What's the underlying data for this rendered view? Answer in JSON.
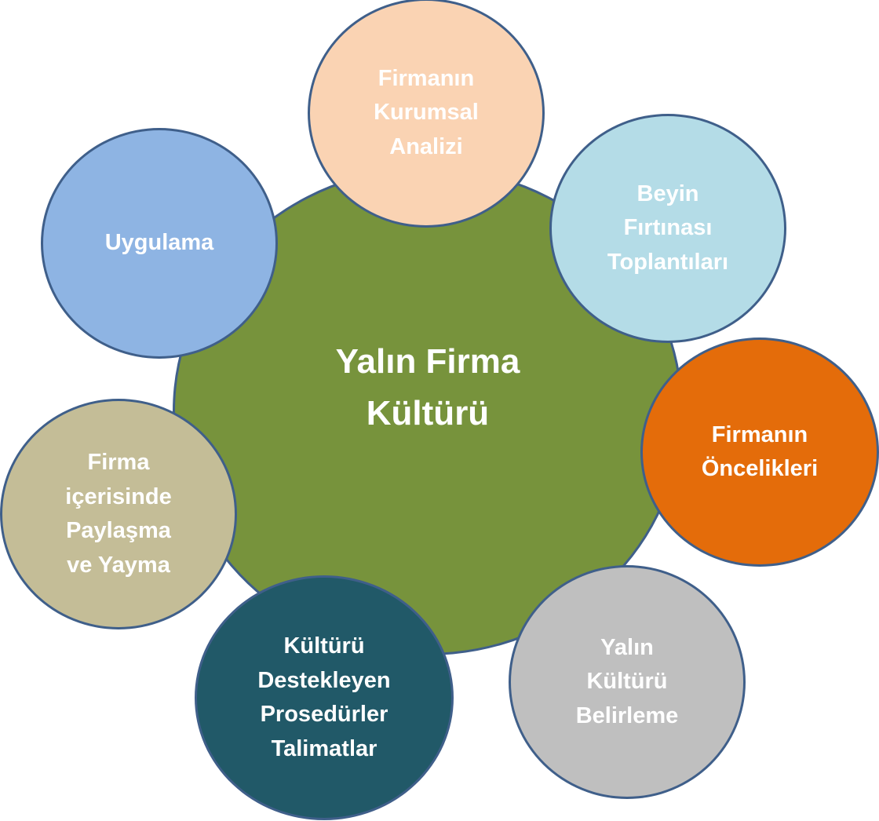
{
  "center": {
    "label": "Yalın Firma\nKültürü",
    "color": "#77933c"
  },
  "nodes": {
    "kurumsal": {
      "label": "Firmanın\nKurumsal\nAnalizi",
      "color": "#fad3b3"
    },
    "beyin": {
      "label": "Beyin\nFırtınası\nToplantıları",
      "color": "#b4dce7"
    },
    "oncelik": {
      "label": "Firmanın\nÖncelikleri",
      "color": "#e46c0a"
    },
    "belirle": {
      "label": "Yalın\nKültürü\nBelirleme",
      "color": "#bfbfbf"
    },
    "prosedur": {
      "label": "Kültürü\nDestekleyen\nProsedürler\nTalimatlar",
      "color": "#215968"
    },
    "paylasma": {
      "label": "Firma\niçerisinde\nPaylaşma\nve Yayma",
      "color": "#c4bd97"
    },
    "uygulama": {
      "label": "Uygulama",
      "color": "#8eb4e3"
    }
  },
  "outline_color": "#3f5f8a"
}
